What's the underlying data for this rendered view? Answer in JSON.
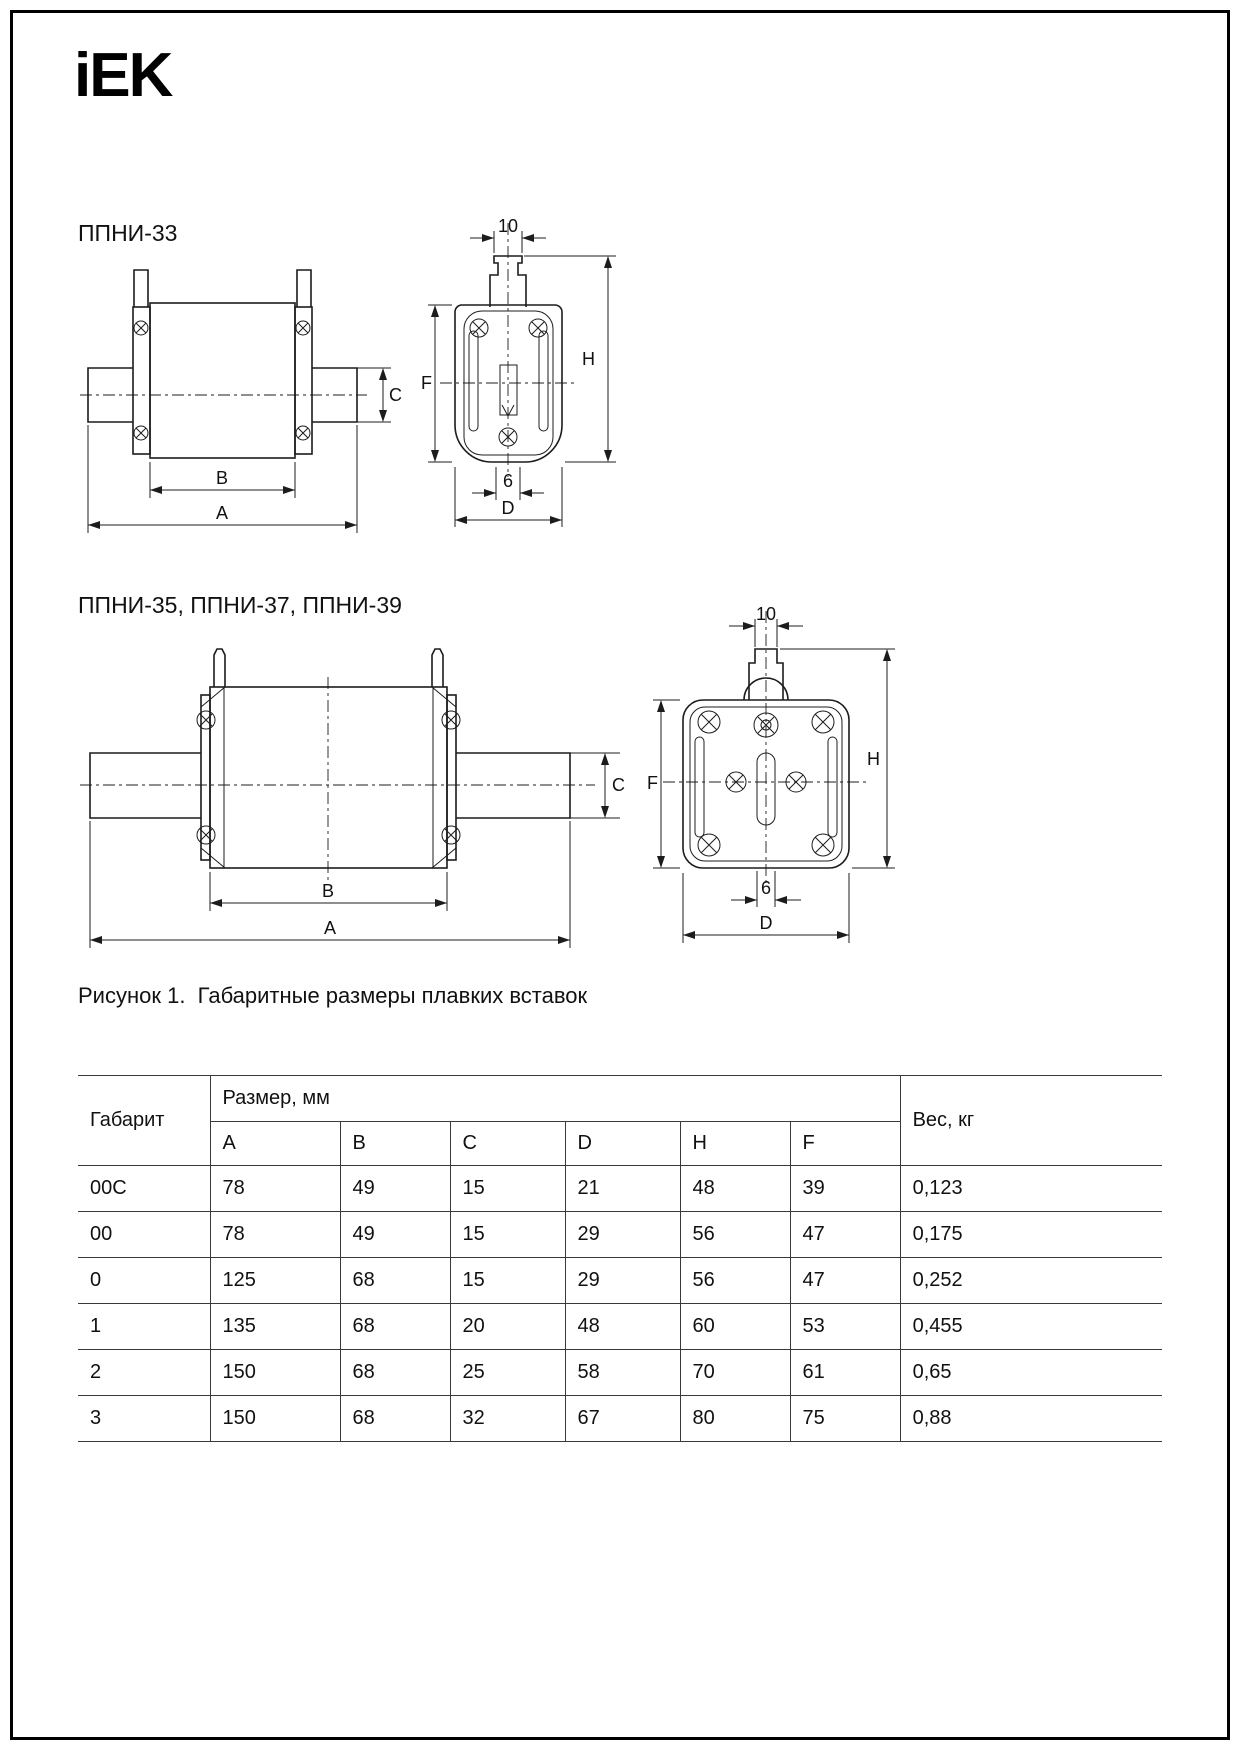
{
  "page": {
    "logo": "iEK"
  },
  "sections": {
    "s1_title": "ППНИ-33",
    "s2_title": "ППНИ-35, ППНИ-37, ППНИ-39",
    "caption": "Рисунок 1.  Габаритные размеры плавких вставок"
  },
  "dims": {
    "A": "A",
    "B": "B",
    "C": "C",
    "D": "D",
    "F": "F",
    "H": "H",
    "ten": "10",
    "six": "6"
  },
  "table": {
    "headers": {
      "gabarit": "Габарит",
      "razmer": "Размер, мм",
      "ves": "Вес, кг",
      "sub": [
        "A",
        "B",
        "C",
        "D",
        "H",
        "F"
      ]
    },
    "rows": [
      {
        "gabarit": "00C",
        "A": "78",
        "B": "49",
        "C": "15",
        "D": "21",
        "H": "48",
        "F": "39",
        "ves": "0,123"
      },
      {
        "gabarit": "00",
        "A": "78",
        "B": "49",
        "C": "15",
        "D": "29",
        "H": "56",
        "F": "47",
        "ves": "0,175"
      },
      {
        "gabarit": "0",
        "A": "125",
        "B": "68",
        "C": "15",
        "D": "29",
        "H": "56",
        "F": "47",
        "ves": "0,252"
      },
      {
        "gabarit": "1",
        "A": "135",
        "B": "68",
        "C": "20",
        "D": "48",
        "H": "60",
        "F": "53",
        "ves": "0,455"
      },
      {
        "gabarit": "2",
        "A": "150",
        "B": "68",
        "C": "25",
        "D": "58",
        "H": "70",
        "F": "61",
        "ves": "0,65"
      },
      {
        "gabarit": "3",
        "A": "150",
        "B": "68",
        "C": "32",
        "D": "67",
        "H": "80",
        "F": "75",
        "ves": "0,88"
      }
    ]
  }
}
